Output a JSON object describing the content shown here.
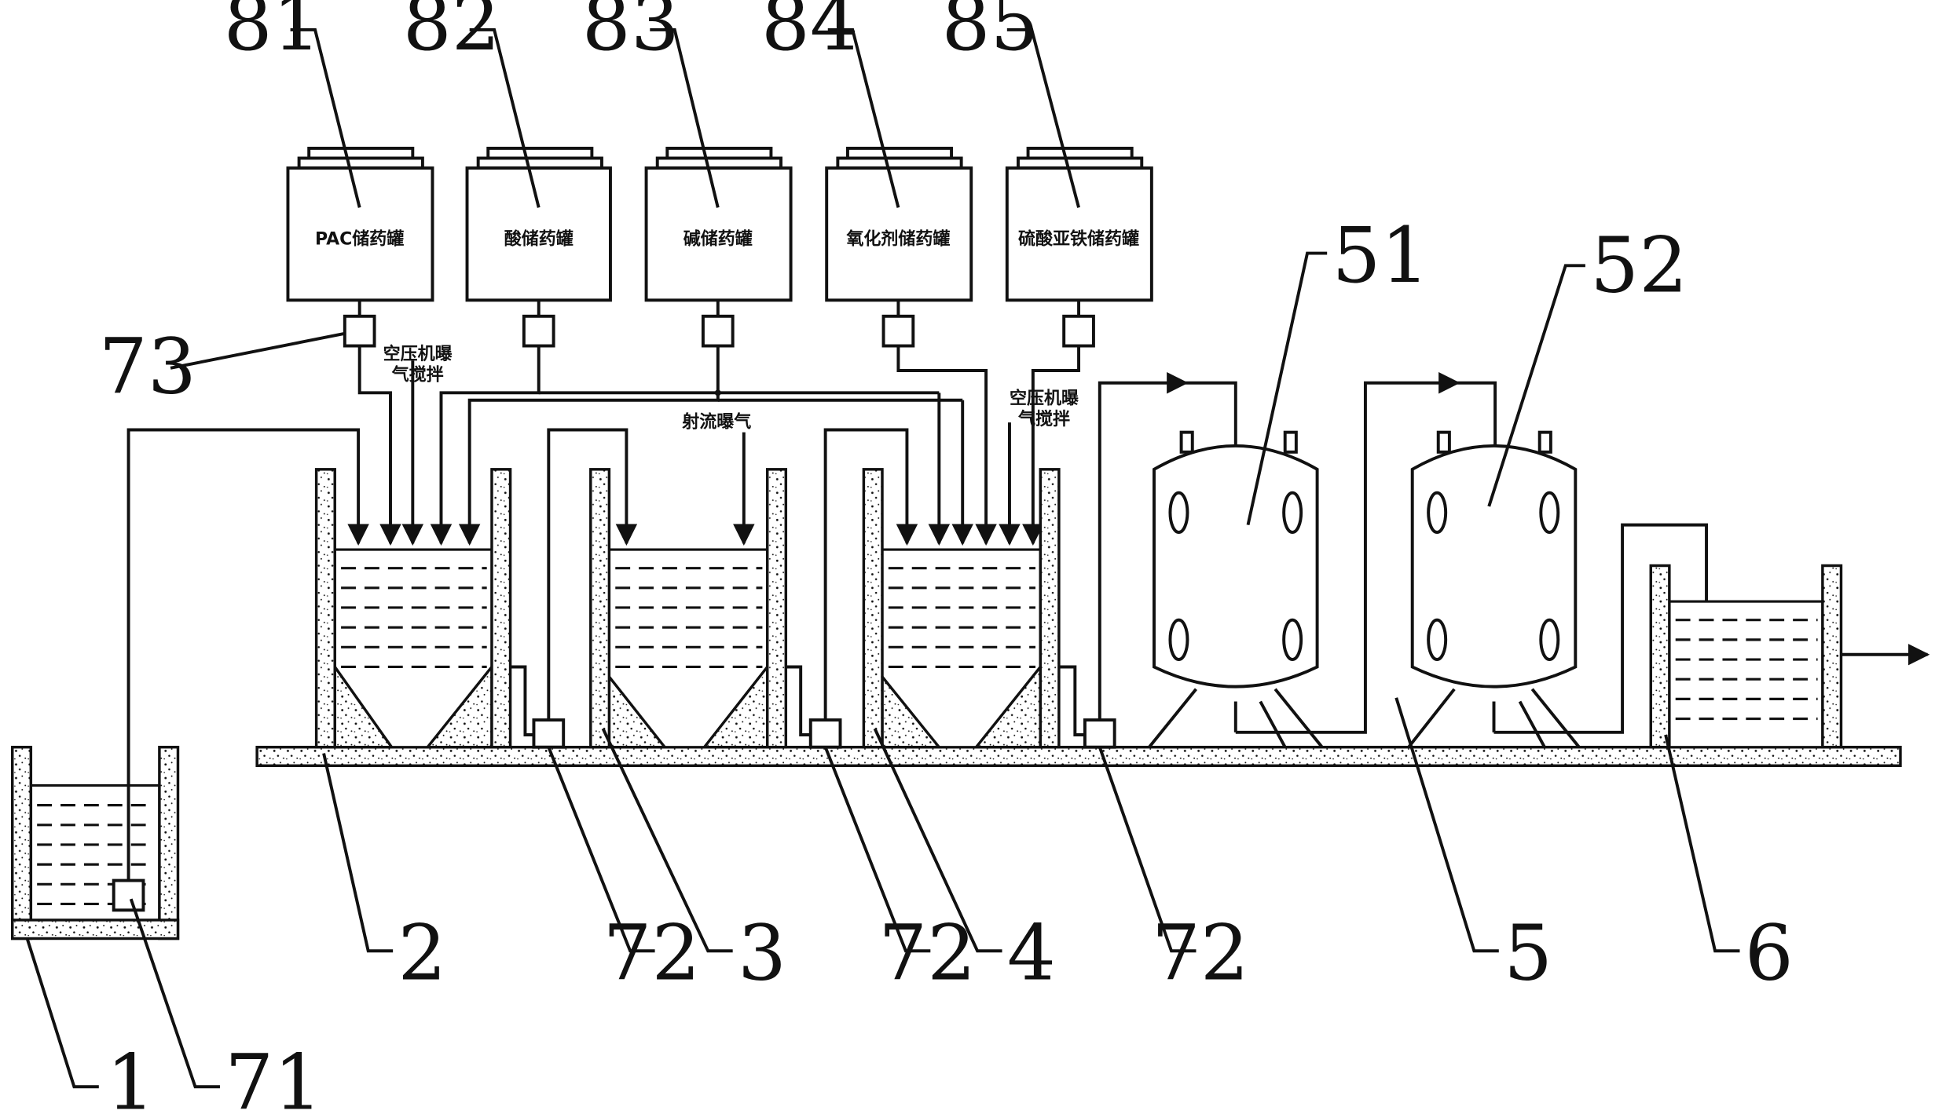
{
  "reference_numbers": {
    "n81": "81",
    "n82": "82",
    "n83": "83",
    "n84": "84",
    "n85": "85",
    "n73": "73",
    "n51": "51",
    "n52": "52",
    "n1": "1",
    "n71": "71",
    "n2": "2",
    "n3": "3",
    "n4": "4",
    "n5": "5",
    "n6": "6",
    "n72a": "72",
    "n72b": "72",
    "n72c": "72"
  },
  "tank_labels": {
    "t81": "PAC储药罐",
    "t82": "酸储药罐",
    "t83": "碱储药罐",
    "t84": "氧化剂储药罐",
    "t85": "硫酸亚铁储药罐"
  },
  "annotations": {
    "air_stir_1_line1": "空压机曝",
    "air_stir_1_line2": "气搅拌",
    "jet_aeration": "射流曝气",
    "air_stir_2_line1": "空压机曝",
    "air_stir_2_line2": "气搅拌"
  }
}
